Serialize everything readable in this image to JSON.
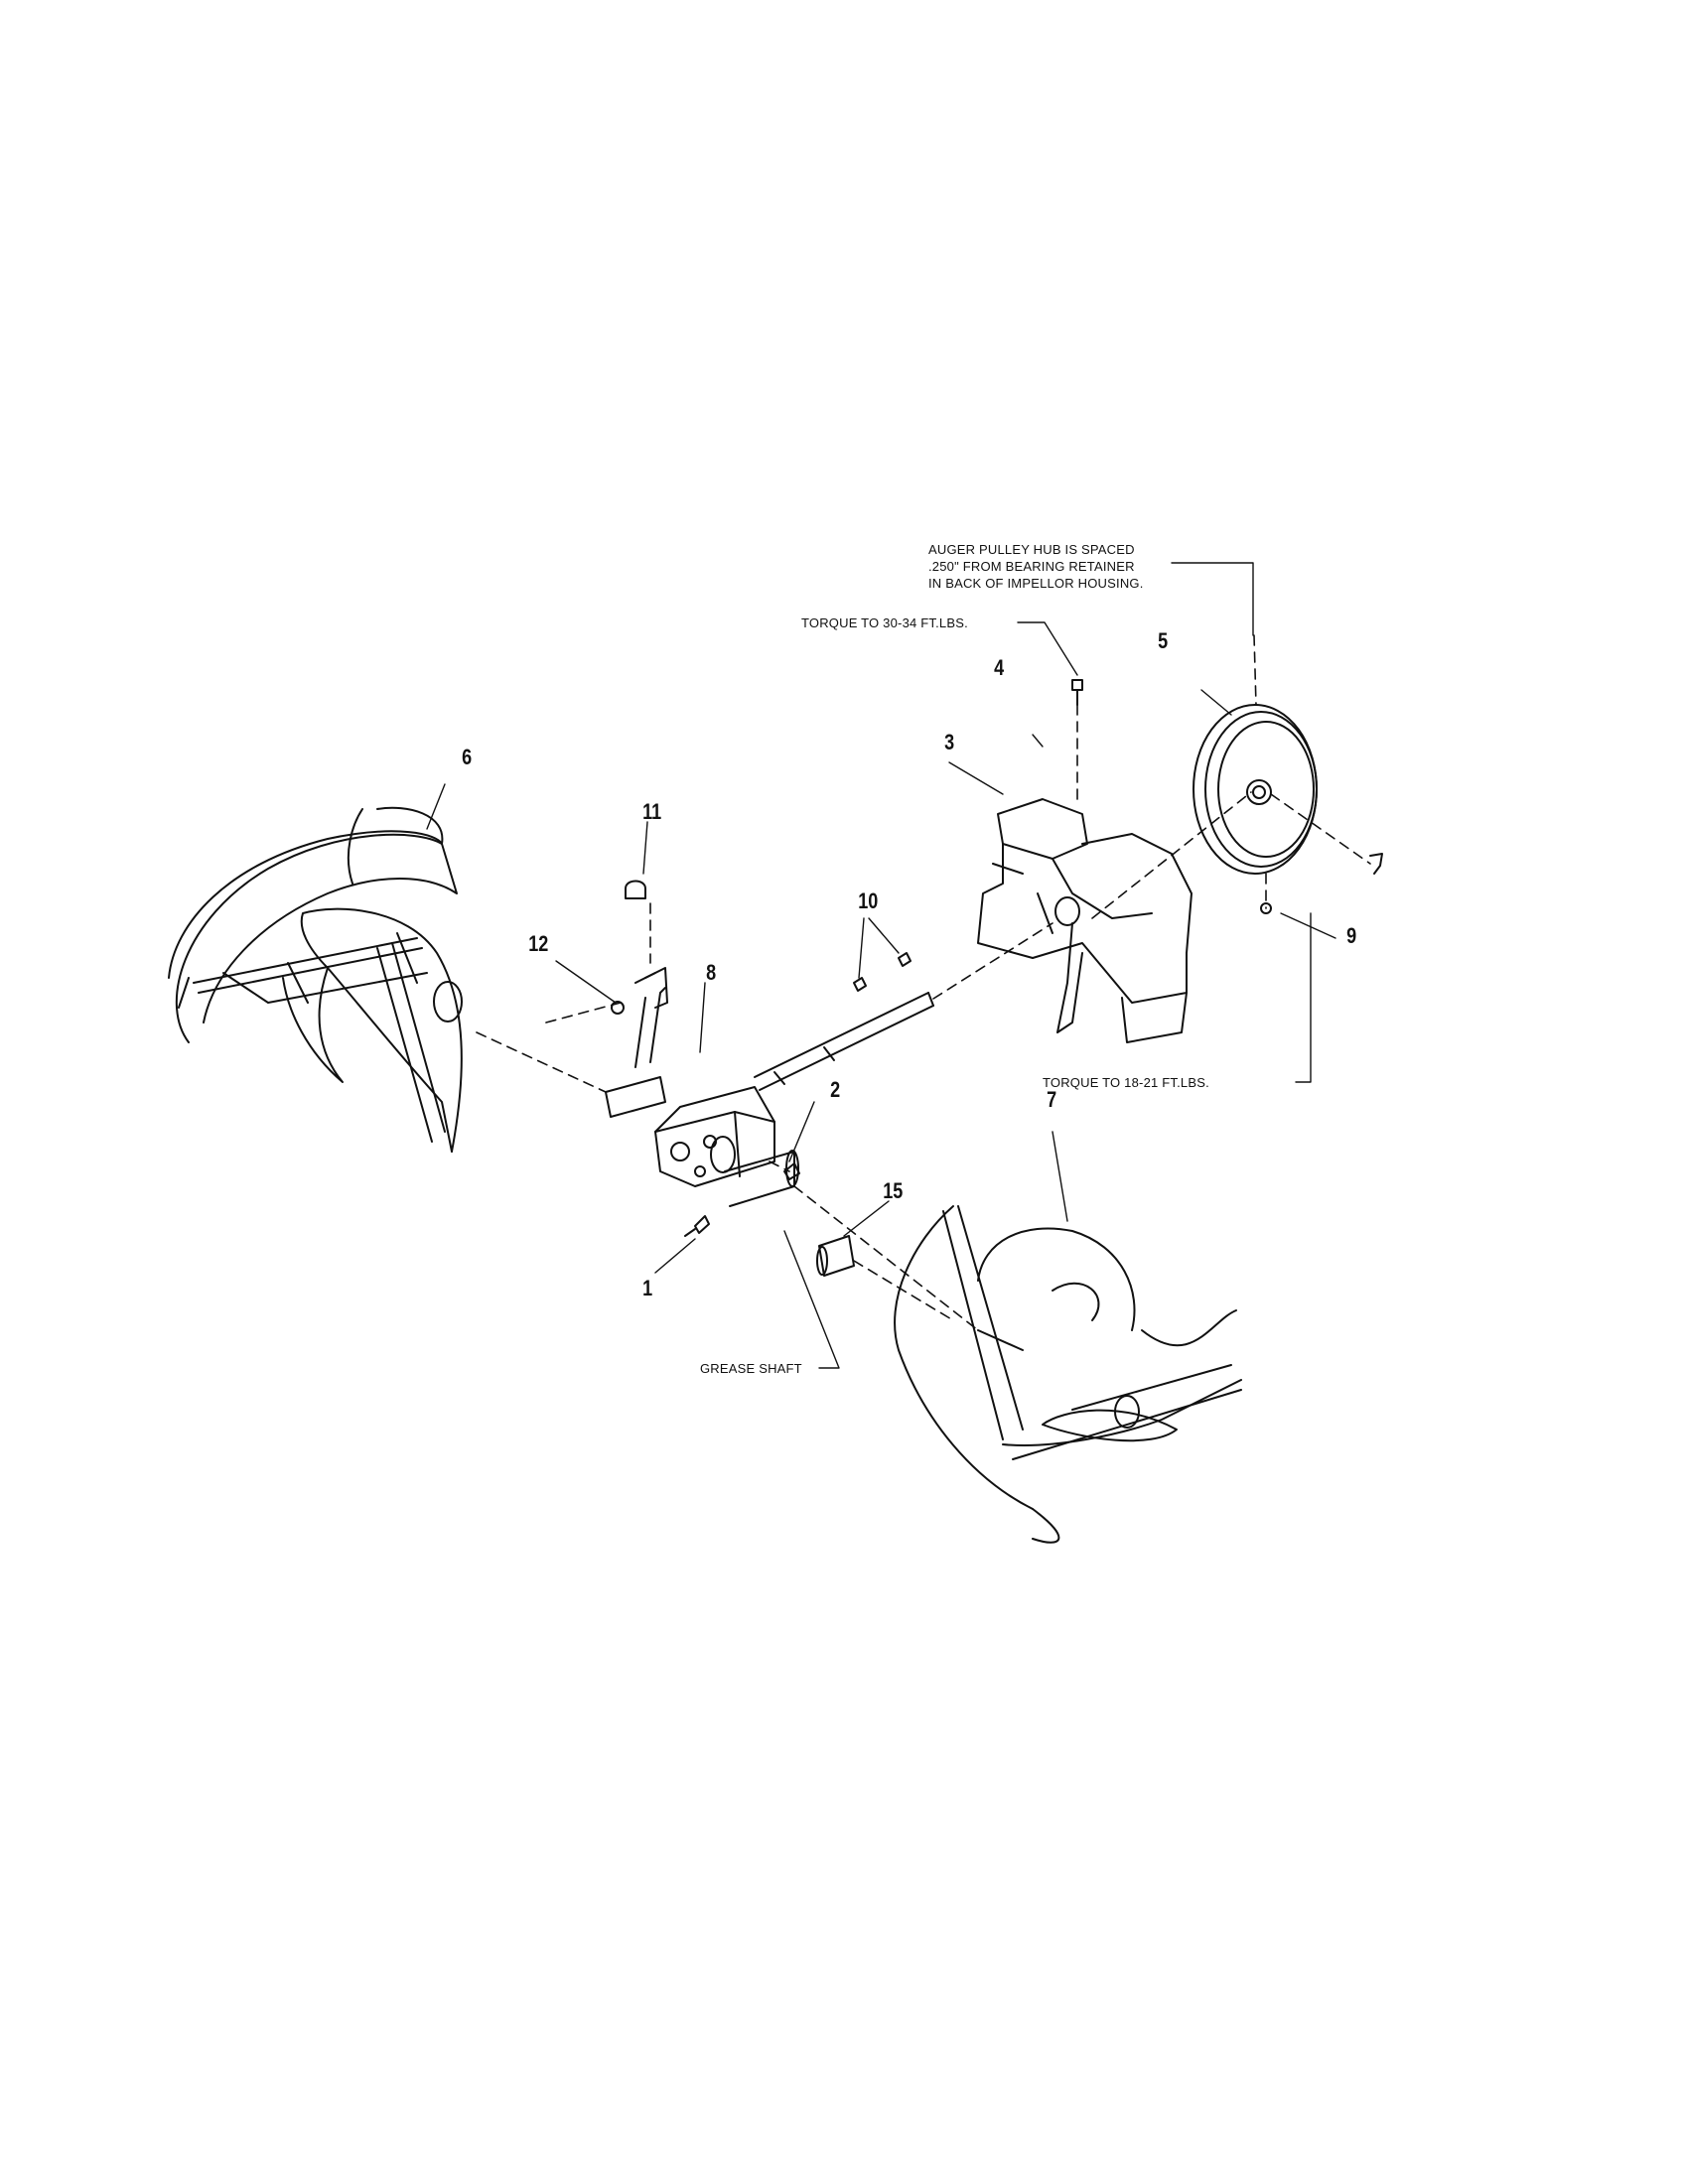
{
  "notes": {
    "pulley_hub": [
      "AUGER PULLEY HUB IS SPACED",
      ".250\" FROM BEARING RETAINER",
      "IN BACK OF IMPELLOR HOUSING."
    ],
    "torque_top": "TORQUE TO 30-34 FT.LBS.",
    "torque_bottom": "TORQUE TO 18-21 FT.LBS.",
    "grease_shaft": "GREASE SHAFT"
  },
  "callouts": {
    "c1": "1",
    "c2": "2",
    "c3": "3",
    "c4": "4",
    "c5": "5",
    "c6": "6",
    "c7": "7",
    "c8": "8",
    "c9": "9",
    "c10": "10",
    "c11": "11",
    "c12": "12",
    "c15": "15"
  },
  "parts": [
    {
      "id": "gearbox",
      "icon": "gearbox-icon"
    },
    {
      "id": "auger-left",
      "icon": "auger-spiral-icon"
    },
    {
      "id": "auger-right",
      "icon": "auger-spiral-icon"
    },
    {
      "id": "impeller-housing",
      "icon": "housing-icon"
    },
    {
      "id": "pulley",
      "icon": "pulley-icon"
    },
    {
      "id": "drive-shaft",
      "icon": "shaft-icon"
    }
  ]
}
